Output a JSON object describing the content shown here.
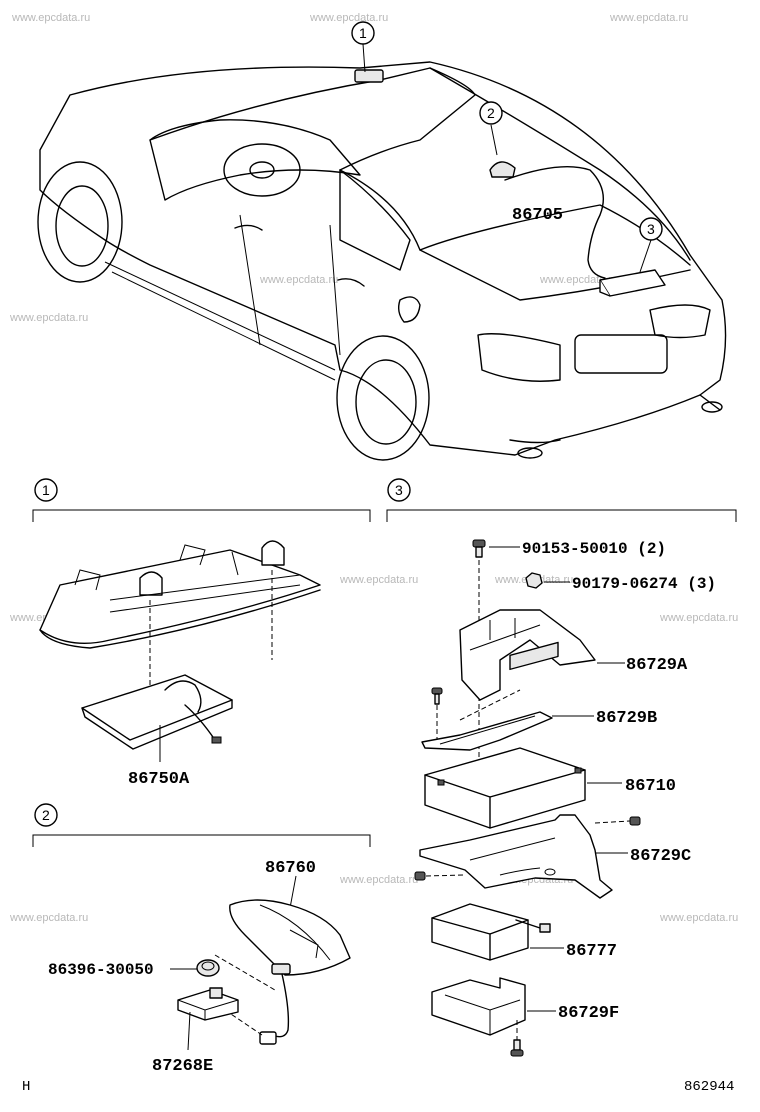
{
  "watermark": "www.epcdata.ru",
  "callouts": [
    "1",
    "2",
    "3"
  ],
  "labels": {
    "wire_harness": "86705",
    "module_86750A": "86750A",
    "antenna_86760": "86760",
    "grommet": "86396-30050",
    "clamp": "87268E",
    "bolt": "90153-50010 (2)",
    "nut": "90179-06274 (3)",
    "bracket_A": "86729A",
    "bracket_B": "86729B",
    "receiver": "86710",
    "bracket_C": "86729C",
    "unit_86777": "86777",
    "bracket_F": "86729F"
  },
  "footer": {
    "left_code": "H",
    "diagram_number": "862944"
  }
}
